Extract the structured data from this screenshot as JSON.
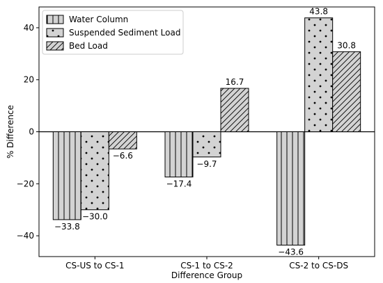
{
  "chart_data": {
    "type": "bar",
    "title": "",
    "xlabel": "Difference Group",
    "ylabel": "% Difference",
    "ylim": [
      -48,
      48
    ],
    "yticks": [
      -40,
      -20,
      0,
      20,
      40
    ],
    "categories": [
      "CS-US to CS-1",
      "CS-1 to CS-2",
      "CS-2 to CS-DS"
    ],
    "series": [
      {
        "name": "Water Column",
        "values": [
          -33.8,
          -17.4,
          -43.6
        ],
        "labels": [
          "−33.8",
          "−17.4",
          "−43.6"
        ],
        "pattern": "vertical-lines",
        "fill": "#d3d3d3"
      },
      {
        "name": "Suspended Sediment Load",
        "values": [
          -30.0,
          -9.7,
          43.8
        ],
        "labels": [
          "−30.0",
          "−9.7",
          "43.8"
        ],
        "pattern": "dots",
        "fill": "#d3d3d3"
      },
      {
        "name": "Bed Load",
        "values": [
          -6.6,
          16.7,
          30.8
        ],
        "labels": [
          "−6.6",
          "16.7",
          "30.8"
        ],
        "pattern": "diagonal-lines",
        "fill": "#d3d3d3"
      }
    ],
    "zero_line": true,
    "grid": false,
    "legend_position": "top-left"
  }
}
